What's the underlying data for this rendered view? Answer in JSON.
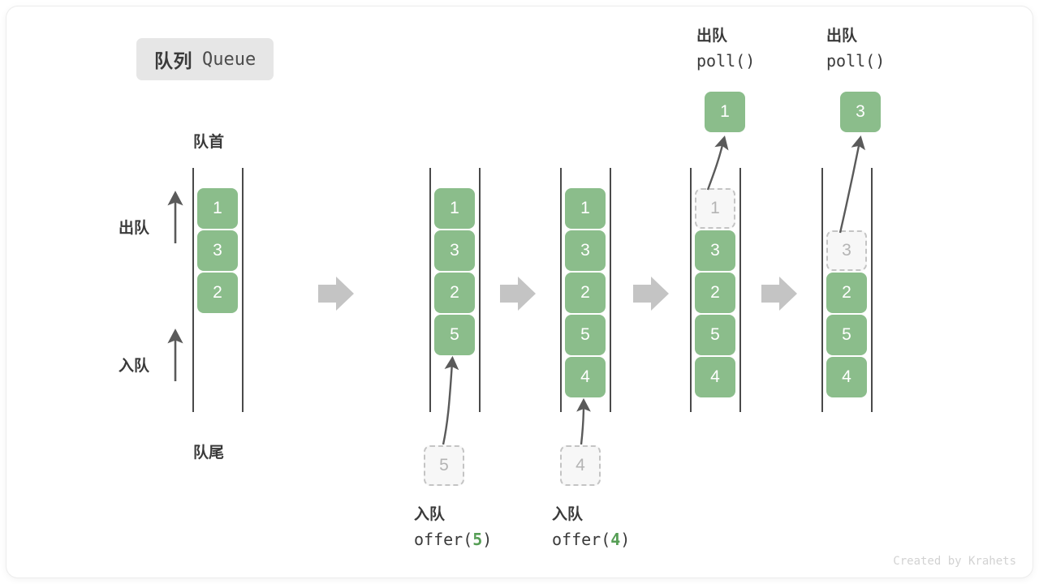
{
  "title": {
    "cn": "队列",
    "en": "Queue"
  },
  "labels": {
    "head": "队首",
    "tail": "队尾",
    "dequeue_side": "出队",
    "enqueue_side": "入队"
  },
  "colors": {
    "cell_fill": "#8bbd8b",
    "cell_text": "#ffffff",
    "ghost_fill": "#f7f7f7",
    "ghost_border": "#c4c4c4",
    "ghost_text": "#b4b4b4",
    "rail": "#4a4a4a",
    "arrow": "#5a5a5a",
    "step_arrow": "#c4c4c4",
    "chip_bg": "#e6e6e6",
    "accent_number": "#569e55"
  },
  "icons": {
    "step_arrow": "right-block-arrow-icon",
    "dequeue_arrow": "up-arrow-icon",
    "enqueue_arrow": "up-arrow-icon",
    "motion_arrow": "curved-motion-arrow-icon"
  },
  "columns": [
    {
      "id": "col-1",
      "name": "queue-initial",
      "cells": [
        {
          "value": "1",
          "state": "filled"
        },
        {
          "value": "3",
          "state": "filled"
        },
        {
          "value": "2",
          "state": "filled"
        }
      ]
    },
    {
      "id": "col-2",
      "name": "queue-after-offer-5",
      "cells": [
        {
          "value": "1",
          "state": "filled"
        },
        {
          "value": "3",
          "state": "filled"
        },
        {
          "value": "2",
          "state": "filled"
        },
        {
          "value": "5",
          "state": "filled"
        }
      ]
    },
    {
      "id": "col-3",
      "name": "queue-after-offer-4",
      "cells": [
        {
          "value": "1",
          "state": "filled"
        },
        {
          "value": "3",
          "state": "filled"
        },
        {
          "value": "2",
          "state": "filled"
        },
        {
          "value": "5",
          "state": "filled"
        },
        {
          "value": "4",
          "state": "filled"
        }
      ]
    },
    {
      "id": "col-4",
      "name": "queue-first-poll",
      "cells": [
        {
          "value": "1",
          "state": "ghost"
        },
        {
          "value": "3",
          "state": "filled"
        },
        {
          "value": "2",
          "state": "filled"
        },
        {
          "value": "5",
          "state": "filled"
        },
        {
          "value": "4",
          "state": "filled"
        }
      ]
    },
    {
      "id": "col-5",
      "name": "queue-second-poll",
      "cells": [
        {
          "value": "",
          "state": "empty"
        },
        {
          "value": "3",
          "state": "ghost"
        },
        {
          "value": "2",
          "state": "filled"
        },
        {
          "value": "5",
          "state": "filled"
        },
        {
          "value": "4",
          "state": "filled"
        }
      ]
    }
  ],
  "operations": {
    "offer_5": {
      "cn": "入队",
      "fn_open": "offer(",
      "value": "5",
      "fn_close": ")",
      "pending_cell": "5"
    },
    "offer_4": {
      "cn": "入队",
      "fn_open": "offer(",
      "value": "4",
      "fn_close": ")",
      "pending_cell": "4"
    },
    "poll_1": {
      "cn": "出队",
      "code": "poll()",
      "popped_cell": "1"
    },
    "poll_2": {
      "cn": "出队",
      "code": "poll()",
      "popped_cell": "3"
    }
  },
  "credit": "Created by Krahets"
}
